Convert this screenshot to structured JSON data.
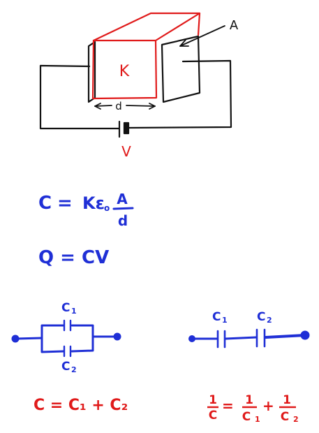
{
  "capacitor": {
    "dielectric_label": "K",
    "area_label": "A",
    "distance_label": "d",
    "voltage_label": "V"
  },
  "formulas": {
    "capacitance": {
      "lhs": "C",
      "eq": "=",
      "prefix": "Kε",
      "sub": "o",
      "num": "A",
      "den": "d"
    },
    "charge": "Q = CV"
  },
  "parallel": {
    "label_top": "C",
    "label_top_sub": "1",
    "label_bottom": "C",
    "label_bottom_sub": "2",
    "formula": "C = C₁ + C₂"
  },
  "series": {
    "label_1": "C",
    "label_1_sub": "1",
    "label_2": "C",
    "label_2_sub": "2",
    "formula": {
      "lhs_num": "1",
      "lhs_den": "C",
      "eq": "=",
      "t1_num": "1",
      "t1_den": "C",
      "t1_sub": "1",
      "plus": "+",
      "t2_num": "1",
      "t2_den": "C",
      "t2_sub": "2"
    }
  },
  "colors": {
    "ink_blue": "#1f2fd6",
    "ink_red": "#e01a1a",
    "ink_black": "#111111"
  }
}
